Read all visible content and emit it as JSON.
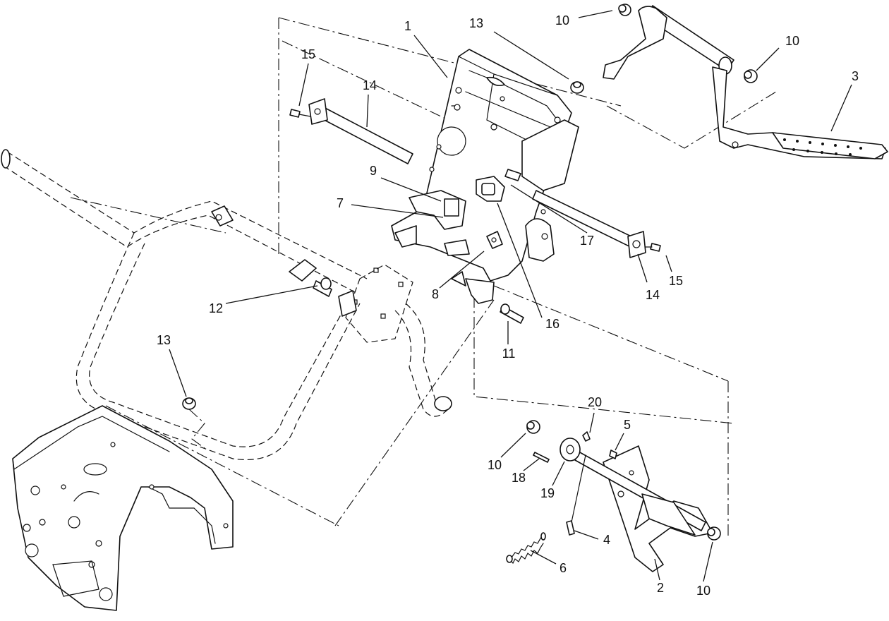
{
  "callouts": [
    {
      "id": "c1",
      "label": "1"
    },
    {
      "id": "c2",
      "label": "2"
    },
    {
      "id": "c3",
      "label": "3"
    },
    {
      "id": "c4",
      "label": "4"
    },
    {
      "id": "c5",
      "label": "5"
    },
    {
      "id": "c6",
      "label": "6"
    },
    {
      "id": "c7",
      "label": "7"
    },
    {
      "id": "c8",
      "label": "8"
    },
    {
      "id": "c9",
      "label": "9"
    },
    {
      "id": "c10a",
      "label": "10"
    },
    {
      "id": "c10b",
      "label": "10"
    },
    {
      "id": "c10c",
      "label": "10"
    },
    {
      "id": "c10d",
      "label": "10"
    },
    {
      "id": "c11",
      "label": "11"
    },
    {
      "id": "c12",
      "label": "12"
    },
    {
      "id": "c13a",
      "label": "13"
    },
    {
      "id": "c13b",
      "label": "13"
    },
    {
      "id": "c14a",
      "label": "14"
    },
    {
      "id": "c14b",
      "label": "14"
    },
    {
      "id": "c15a",
      "label": "15"
    },
    {
      "id": "c15b",
      "label": "15"
    },
    {
      "id": "c16",
      "label": "16"
    },
    {
      "id": "c17",
      "label": "17"
    },
    {
      "id": "c18",
      "label": "18"
    },
    {
      "id": "c19",
      "label": "19"
    },
    {
      "id": "c20",
      "label": "20"
    }
  ]
}
